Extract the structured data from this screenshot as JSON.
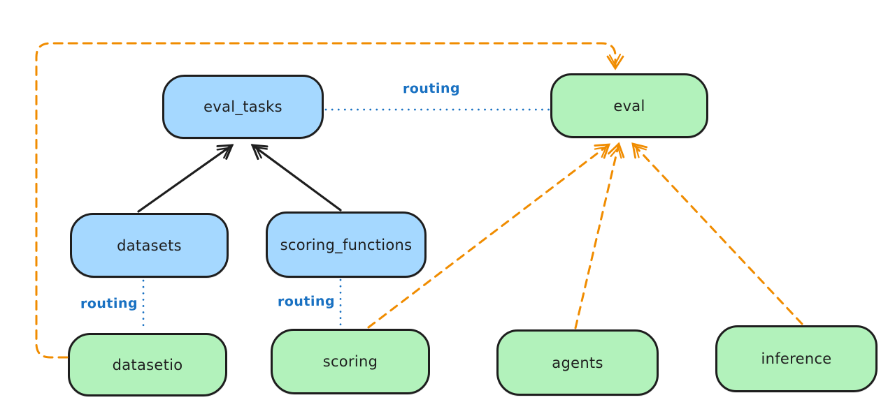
{
  "canvas": {
    "background": "#ffffff"
  },
  "colors": {
    "node_stroke": "#1e1e1e",
    "blue_node_fill": "#a5d8ff",
    "green_node_fill": "#b2f2bb",
    "routing_blue": "#1971c2",
    "solid_arrow_black": "#1e1e1e",
    "dashed_arrow_orange": "#f08c00"
  },
  "nodes": [
    {
      "id": "eval_tasks",
      "label": "eval_tasks",
      "fill": "#a5d8ff"
    },
    {
      "id": "eval",
      "label": "eval",
      "fill": "#b2f2bb"
    },
    {
      "id": "datasets",
      "label": "datasets",
      "fill": "#a5d8ff"
    },
    {
      "id": "scoring_functions",
      "label": "scoring_functions",
      "fill": "#a5d8ff"
    },
    {
      "id": "datasetio",
      "label": "datasetio",
      "fill": "#b2f2bb"
    },
    {
      "id": "scoring",
      "label": "scoring",
      "fill": "#b2f2bb"
    },
    {
      "id": "agents",
      "label": "agents",
      "fill": "#b2f2bb"
    },
    {
      "id": "inference",
      "label": "inference",
      "fill": "#b2f2bb"
    }
  ],
  "edges": [
    {
      "from": "eval_tasks",
      "to": "eval",
      "style": "dotted-blue",
      "label": "routing"
    },
    {
      "from": "datasets",
      "to": "datasetio",
      "style": "dotted-blue",
      "label": "routing"
    },
    {
      "from": "scoring_functions",
      "to": "scoring",
      "style": "dotted-blue",
      "label": "routing"
    },
    {
      "from": "datasets",
      "to": "eval_tasks",
      "style": "solid-black-arrow",
      "label": ""
    },
    {
      "from": "scoring_functions",
      "to": "eval_tasks",
      "style": "solid-black-arrow",
      "label": ""
    },
    {
      "from": "datasetio",
      "to": "eval",
      "style": "dashed-orange-arrow",
      "label": ""
    },
    {
      "from": "scoring",
      "to": "eval",
      "style": "dashed-orange-arrow",
      "label": ""
    },
    {
      "from": "agents",
      "to": "eval",
      "style": "dashed-orange-arrow",
      "label": ""
    },
    {
      "from": "inference",
      "to": "eval",
      "style": "dashed-orange-arrow",
      "label": ""
    }
  ]
}
